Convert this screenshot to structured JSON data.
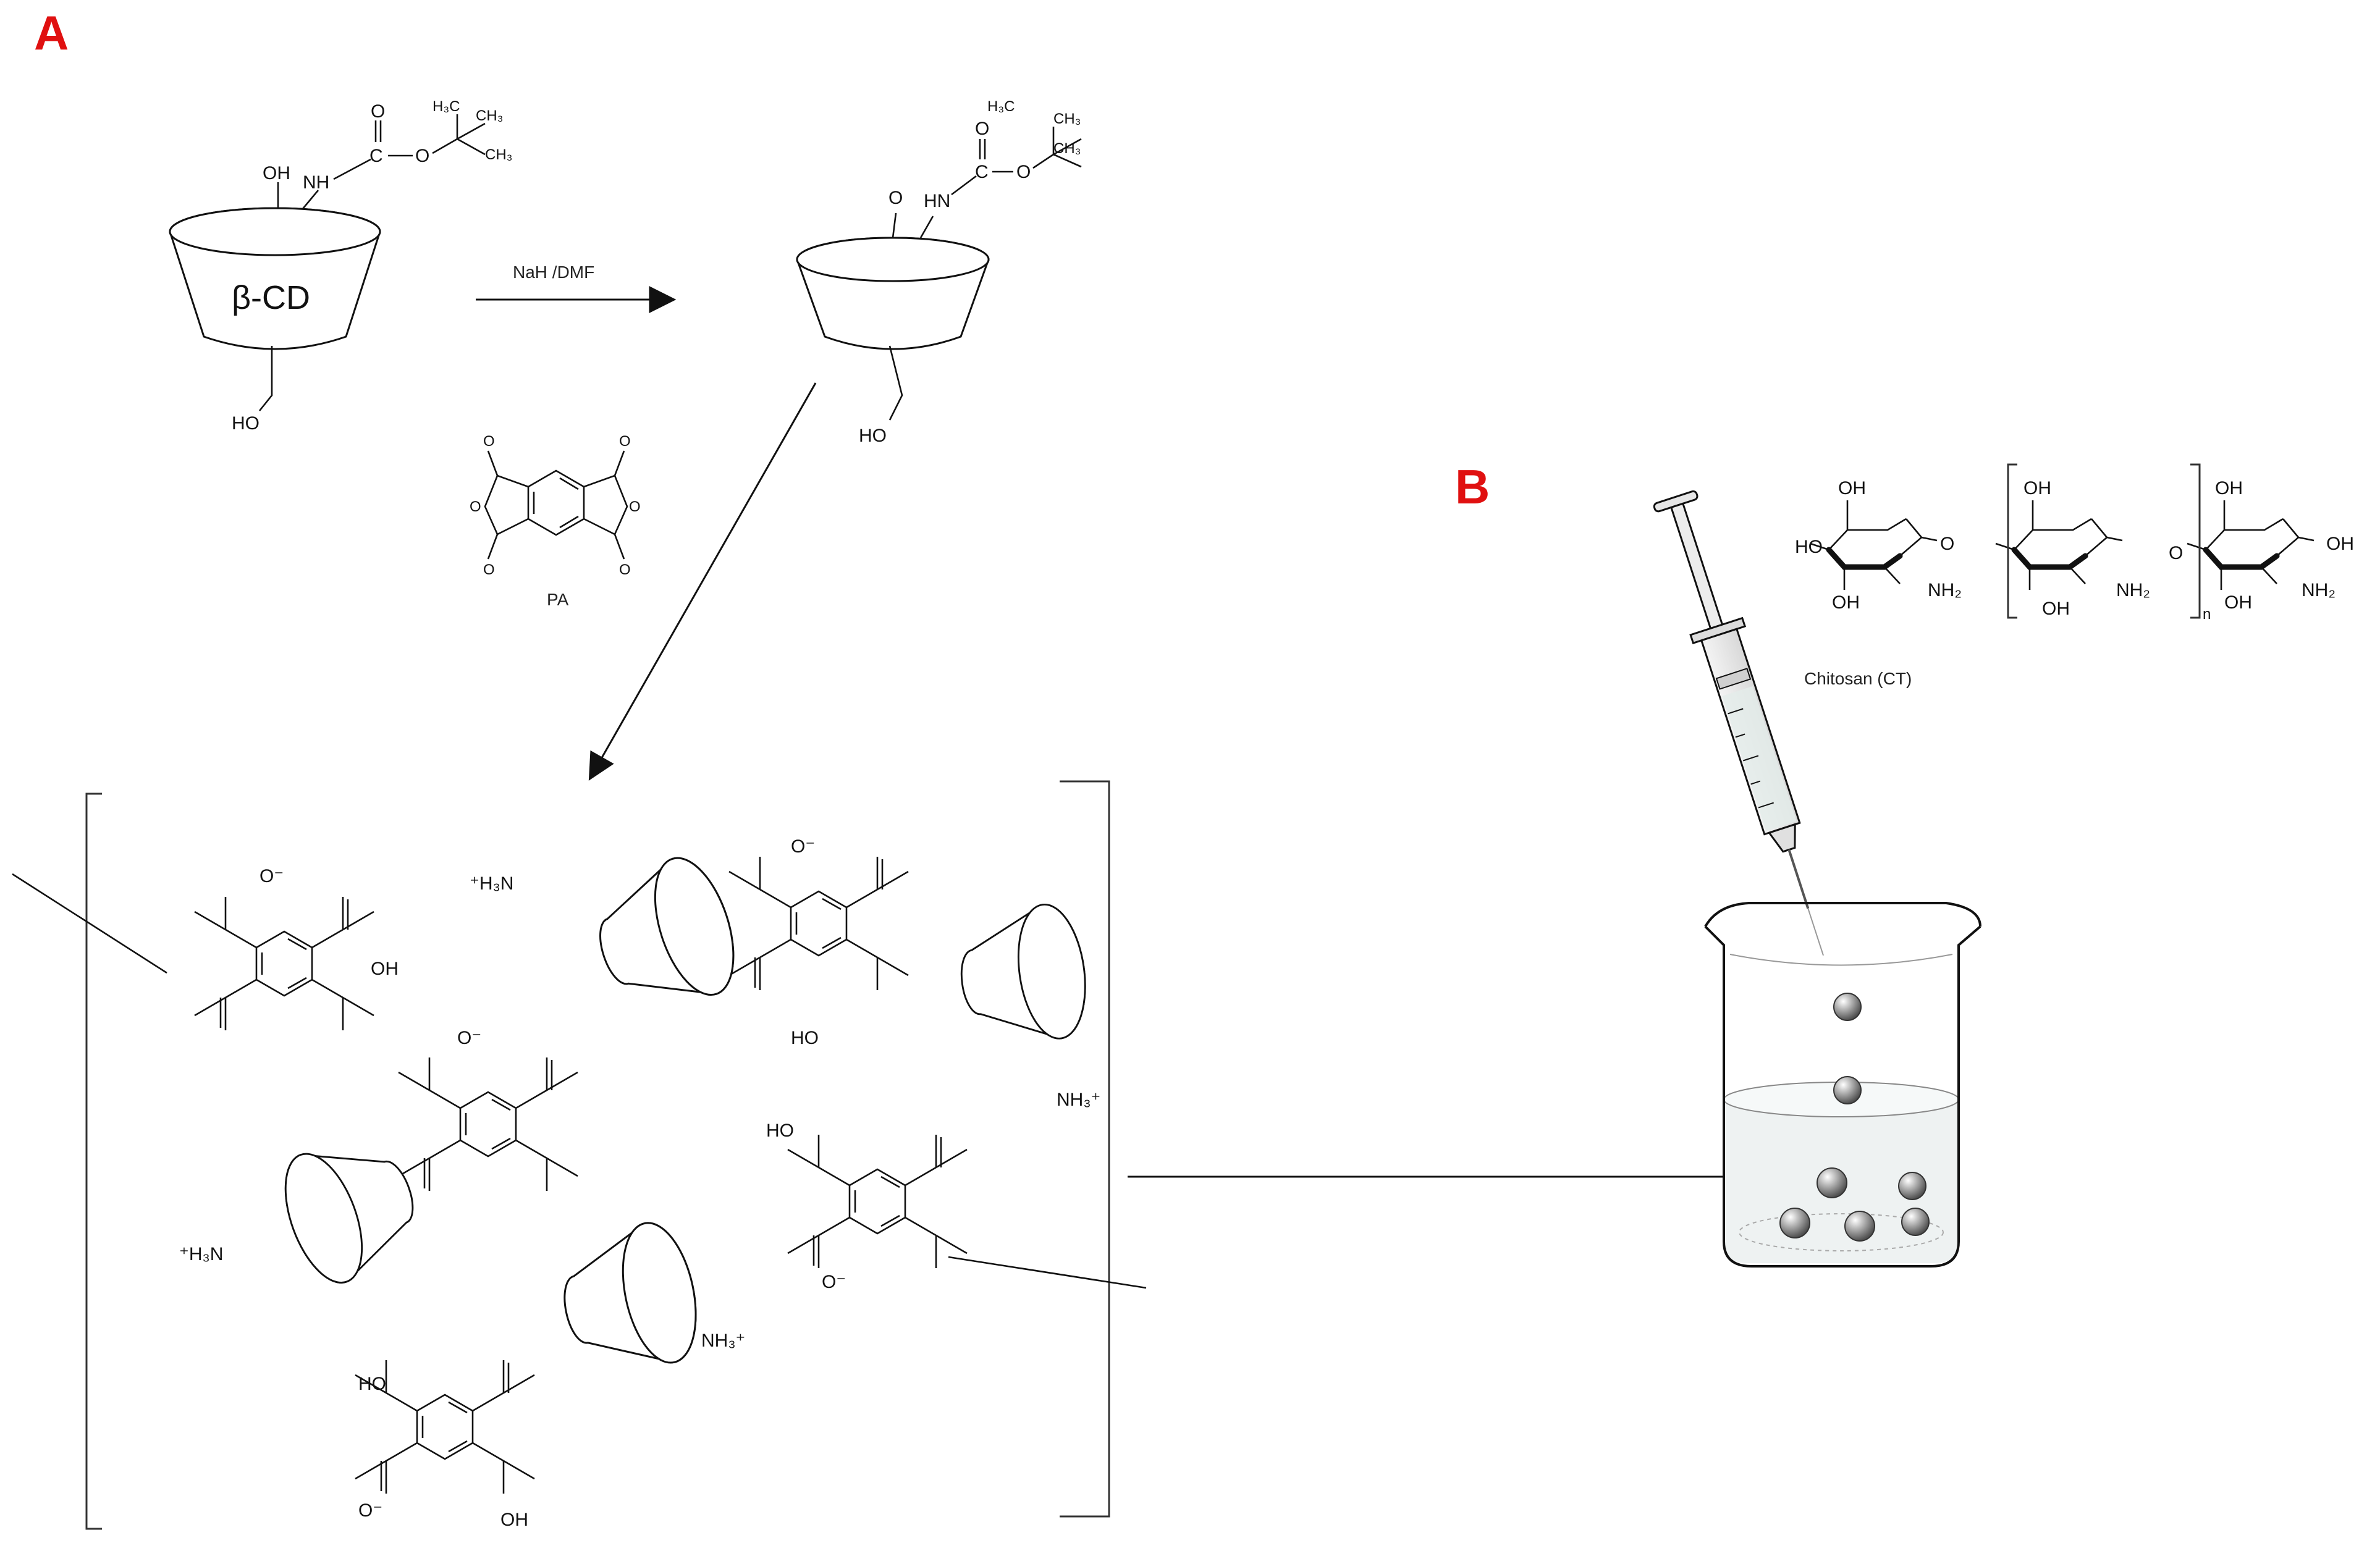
{
  "panels": {
    "a": "A",
    "b": "B"
  },
  "reagents": {
    "step1": "NaH /DMF",
    "pa_name": "PA"
  },
  "cyclodextrin": {
    "label": "β-CD"
  },
  "atoms": {
    "oh": "OH",
    "nh": "NH",
    "hn": "HN",
    "o": "O",
    "c": "C",
    "ho": "HO",
    "h3c": "H₃C",
    "ch3": "CH₃",
    "o_minus": "O⁻",
    "nh3_plus": "NH₃⁺",
    "h3n_plus": "⁺H₃N",
    "nh2": "NH₂",
    "n_sub": "n"
  },
  "chitosan": {
    "caption": "Chitosan (CT)"
  },
  "colors": {
    "label_red": "#e01010",
    "bead": "#9a9a9a",
    "solution": "#eef2f2"
  }
}
